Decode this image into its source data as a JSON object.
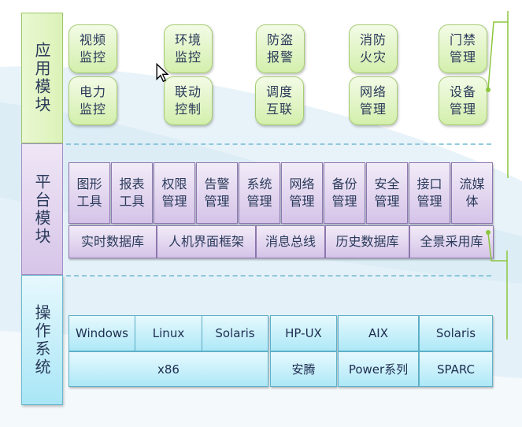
{
  "layers": {
    "application": {
      "label": "应用模块",
      "items": [
        "视频监控",
        "环境监控",
        "防盗报警",
        "消防火灾",
        "门禁管理",
        "电力监控",
        "联动控制",
        "调度互联",
        "网络管理",
        "设备管理"
      ]
    },
    "platform": {
      "label": "平台模块",
      "tools": [
        "图形工具",
        "报表工具",
        "权限管理",
        "告警管理",
        "系统管理",
        "网络管理",
        "备份管理",
        "安全管理",
        "接口管理",
        "流媒体"
      ],
      "services": [
        "实时数据库",
        "人机界面框架",
        "消息总线",
        "历史数据库",
        "全景采用库"
      ]
    },
    "os": {
      "label": "操作系统",
      "systems": [
        "Windows",
        "Linux",
        "Solaris",
        "HP-UX",
        "AIX",
        "Solaris"
      ],
      "hardware": [
        "x86",
        "安腾",
        "Power系列",
        "SPARC"
      ]
    }
  },
  "colors": {
    "application": "#dcf2b8",
    "platform": "#d7c5e8",
    "os": "#a9e6f6",
    "connector": "#8cc63e"
  }
}
